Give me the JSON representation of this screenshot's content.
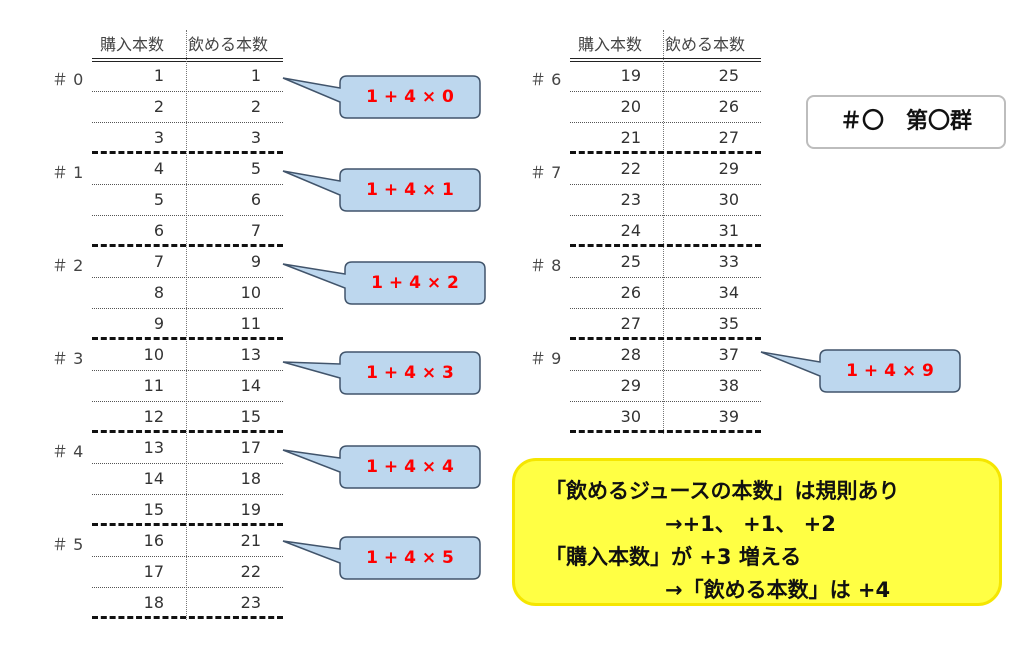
{
  "headers": {
    "purchased": "購入本数",
    "drinkable": "飲める本数"
  },
  "left_table": {
    "groups": [
      "＃ 0",
      "＃ 1",
      "＃ 2",
      "＃ 3",
      "＃ 4",
      "＃ 5"
    ],
    "rows": [
      [
        1,
        1
      ],
      [
        2,
        2
      ],
      [
        3,
        3
      ],
      [
        4,
        5
      ],
      [
        5,
        6
      ],
      [
        6,
        7
      ],
      [
        7,
        9
      ],
      [
        8,
        10
      ],
      [
        9,
        11
      ],
      [
        10,
        13
      ],
      [
        11,
        14
      ],
      [
        12,
        15
      ],
      [
        13,
        17
      ],
      [
        14,
        18
      ],
      [
        15,
        19
      ],
      [
        16,
        21
      ],
      [
        17,
        22
      ],
      [
        18,
        23
      ]
    ]
  },
  "right_table": {
    "groups": [
      "＃ 6",
      "＃ 7",
      "＃ 8",
      "＃ 9"
    ],
    "rows": [
      [
        19,
        25
      ],
      [
        20,
        26
      ],
      [
        21,
        27
      ],
      [
        22,
        29
      ],
      [
        23,
        30
      ],
      [
        24,
        31
      ],
      [
        25,
        33
      ],
      [
        26,
        34
      ],
      [
        27,
        35
      ],
      [
        28,
        37
      ],
      [
        29,
        38
      ],
      [
        30,
        39
      ]
    ]
  },
  "callouts": [
    "1 + 4 × 0",
    "1 + 4 × 1",
    "1 + 4 × 2",
    "1 + 4 × 3",
    "1 + 4 × 4",
    "1 + 4 × 5",
    "1 + 4 × 9"
  ],
  "title_box": "＃〇　第〇群",
  "note": {
    "line1": "「飲めるジュースの本数」は規則あり",
    "line2": "→+1、 +1、 +2",
    "line3": "「購入本数」が  +3  増える",
    "line4": "→「飲める本数」は  +4"
  },
  "colors": {
    "callout_fill": "#bdd7ee",
    "callout_border": "#41546b",
    "formula": "#ff0000",
    "note_fill": "#ffff44"
  }
}
